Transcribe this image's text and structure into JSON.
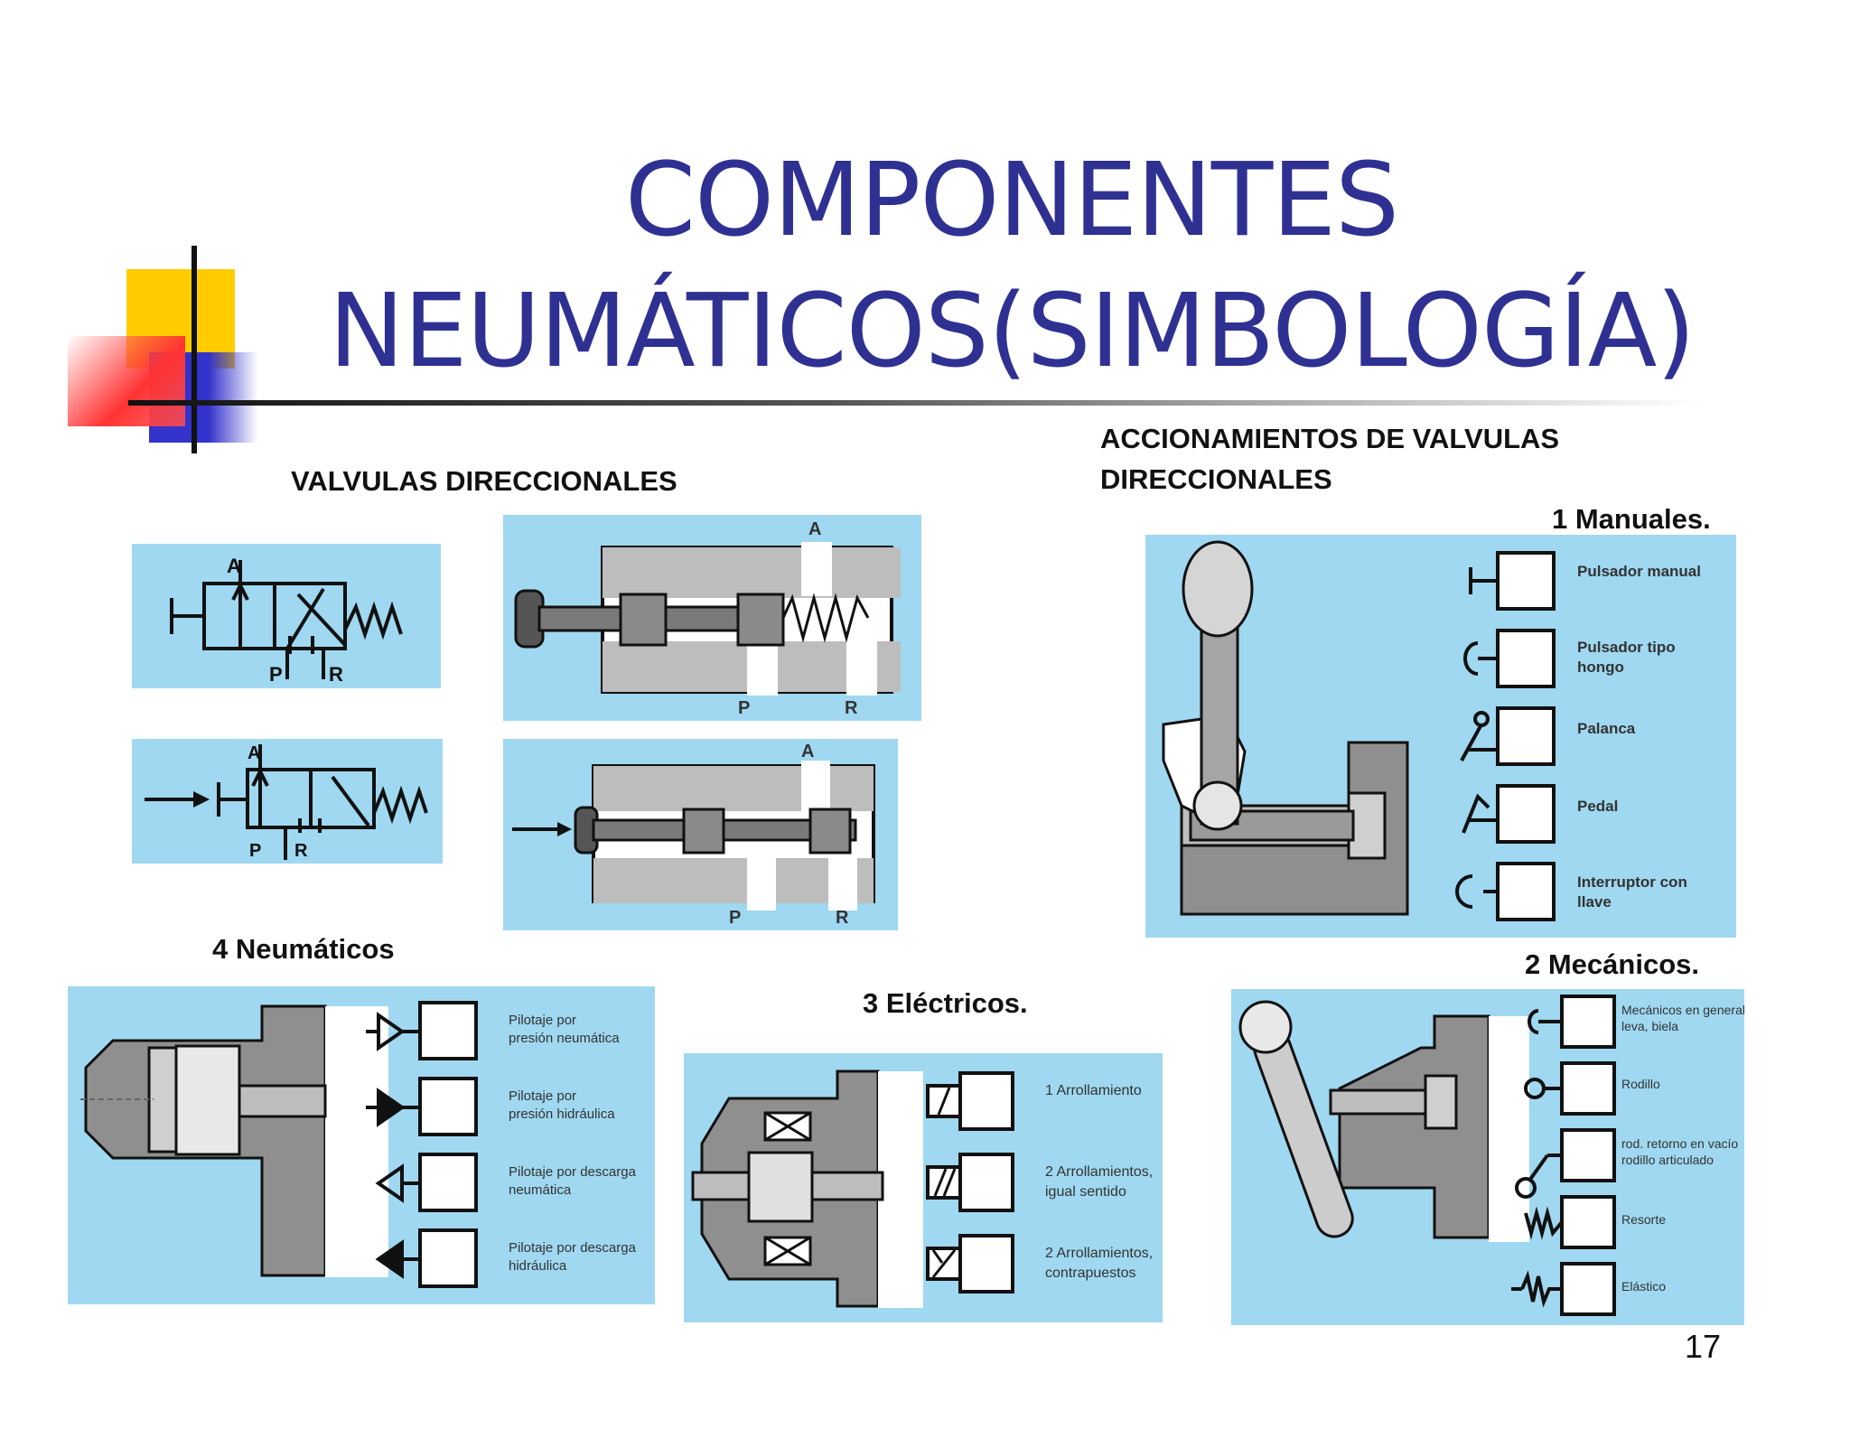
{
  "slide": {
    "title_line1": "COMPONENTES",
    "title_line2": "NEUMÁTICOS(SIMBOLOGÍA)",
    "page_number": "17"
  },
  "colors": {
    "title": "#2f3192",
    "panel_bg": "#9fd8f0",
    "deco_yellow": "#ffcc00",
    "deco_red": "#ff3333",
    "deco_blue": "#3333cc"
  },
  "sections": {
    "valvulas": "VALVULAS DIRECCIONALES",
    "accionamientos_line1": "ACCIONAMIENTOS DE VALVULAS",
    "accionamientos_line2": "DIRECCIONALES",
    "manuales": "1  Manuales.",
    "mecanicos": "2 Mecánicos.",
    "electricos": "3 Eléctricos.",
    "neumaticos": "4 Neumáticos"
  },
  "valve_ports": {
    "a": "A",
    "p": "P",
    "r": "R"
  },
  "manuales_items": [
    {
      "label_line1": "Pulsador manual",
      "label_line2": ""
    },
    {
      "label_line1": "Pulsador tipo",
      "label_line2": "hongo"
    },
    {
      "label_line1": "Palanca",
      "label_line2": ""
    },
    {
      "label_line1": "Pedal",
      "label_line2": ""
    },
    {
      "label_line1": "Interruptor con",
      "label_line2": "llave"
    }
  ],
  "mecanicos_items": [
    {
      "label_line1": "Mecánicos en general",
      "label_line2": "leva, biela"
    },
    {
      "label_line1": "Rodillo",
      "label_line2": ""
    },
    {
      "label_line1": "rod. retorno en vacío",
      "label_line2": "rodillo articulado"
    },
    {
      "label_line1": "Resorte",
      "label_line2": ""
    },
    {
      "label_line1": "Elástico",
      "label_line2": ""
    }
  ],
  "electricos_items": [
    {
      "label_line1": "1 Arrollamiento",
      "label_line2": ""
    },
    {
      "label_line1": "2 Arrollamientos,",
      "label_line2": "igual sentido"
    },
    {
      "label_line1": "2 Arrollamientos,",
      "label_line2": "contrapuestos"
    }
  ],
  "neumaticos_items": [
    {
      "label_line1": "Pilotaje por",
      "label_line2": "presión neumática"
    },
    {
      "label_line1": "Pilotaje por",
      "label_line2": "presión hidráulica"
    },
    {
      "label_line1": "Pilotaje por descarga",
      "label_line2": "neumática"
    },
    {
      "label_line1": "Pilotaje por descarga",
      "label_line2": "hidráulica"
    }
  ]
}
